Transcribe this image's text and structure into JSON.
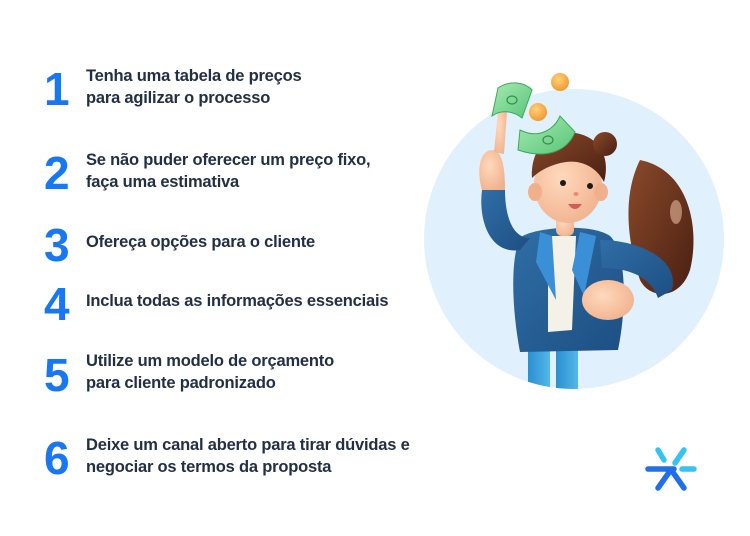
{
  "tips": [
    {
      "number": "1",
      "line1": "Tenha uma tabela de preços",
      "line2": "para agilizar o processo"
    },
    {
      "number": "2",
      "line1": "Se não puder oferecer um preço fixo,",
      "line2": "faça uma estimativa"
    },
    {
      "number": "3",
      "line1": "Ofereça opções para o cliente",
      "line2": ""
    },
    {
      "number": "4",
      "line1": "Inclua todas as informações essenciais",
      "line2": ""
    },
    {
      "number": "5",
      "line1": "Utilize um modelo de orçamento",
      "line2": "para cliente padronizado"
    },
    {
      "number": "6",
      "line1": "Deixe um canal aberto para tirar dúvidas e",
      "line2": "negociar os termos da proposta"
    }
  ],
  "illustration": {
    "subject": "woman-pointing-up-with-money",
    "background_circle_color": "#e0f1fd"
  },
  "logo": {
    "icon": "asterisk-star-logo",
    "color_light": "#35c3f3",
    "color_dark": "#1f6fe8"
  },
  "colors": {
    "number": "#1877f2",
    "text": "#222f45",
    "background": "#ffffff"
  }
}
